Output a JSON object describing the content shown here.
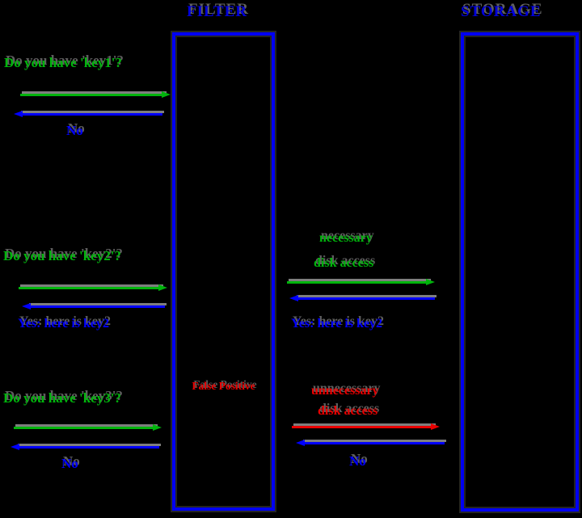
{
  "diagram": {
    "background": "#000000",
    "colors": {
      "green": "#00b40c",
      "blue": "#0000ff",
      "red": "#e80000",
      "title": "#0000d9",
      "box": "#0000f2"
    },
    "filter": {
      "title": "FILTER",
      "note": "False Positive"
    },
    "storage": {
      "title": "STORAGE"
    },
    "sections": [
      {
        "id": "key1",
        "query": "Do you have 'key1'?",
        "left_response": "No"
      },
      {
        "id": "key2",
        "query": "Do you have 'key2'?",
        "left_response": "Yes: here is key2",
        "right_note_1": "necessary",
        "right_note_2": "disk access",
        "right_response": "Yes: here is key2"
      },
      {
        "id": "key3",
        "query": "Do you have 'key3'?",
        "left_response": "No",
        "right_note_1": "unnecessary",
        "right_note_2": "disk access",
        "right_response": "No"
      }
    ]
  }
}
